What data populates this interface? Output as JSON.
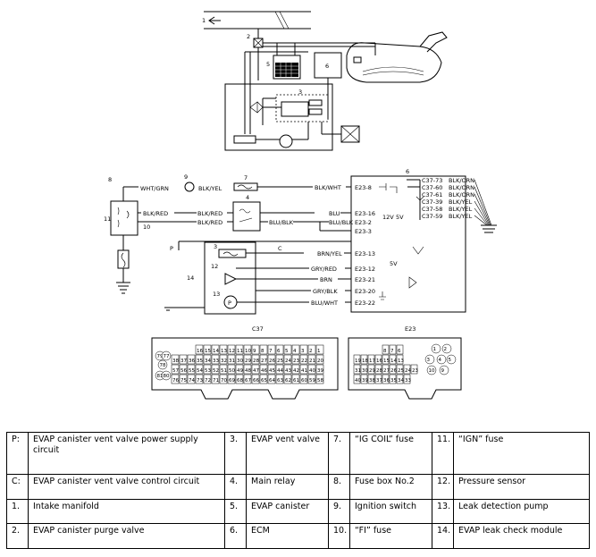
{
  "hydraulic": {
    "labels": {
      "n1": "1",
      "n2": "2",
      "n3": "3",
      "n5": "5",
      "n6": "6"
    }
  },
  "circuit": {
    "components": {
      "c4": "4",
      "c6": "6",
      "c7": "7",
      "c8": "8",
      "c9": "9",
      "c10": "10",
      "c11": "11",
      "c3": "3",
      "c12": "12",
      "c13": "13",
      "c14": "14",
      "p": "P",
      "c": "C",
      "pump": "P"
    },
    "wires": {
      "wht_grn": "WHT/GRN",
      "blk_yel": "BLK/YEL",
      "blk_wht": "BLK/WHT",
      "blk_red_1": "BLK/RED",
      "blk_red_2": "BLK/RED",
      "blk_red_3": "BLK/RED",
      "blu": "BLU",
      "blu_blk_1": "BLU/BLK",
      "blu_blk_2": "BLU/BLK",
      "brn_yel": "BRN/YEL",
      "gry_red": "GRY/RED",
      "brn": "BRN",
      "gry_blk": "GRY/BLK",
      "blu_wht": "BLU/WHT"
    },
    "terminals": {
      "e23_8": "E23-8",
      "e23_16": "E23-16",
      "e23_2": "E23-2",
      "e23_3": "E23-3",
      "e23_13": "E23-13",
      "e23_12": "E23-12",
      "e23_21": "E23-21",
      "e23_20": "E23-20",
      "e23_22": "E23-22"
    },
    "volts": {
      "v12": "12V",
      "v5a": "5V",
      "v5b": "5V"
    },
    "c37_pins": [
      {
        "code": "C37-73",
        "wire": "BLK/ORN"
      },
      {
        "code": "C37-60",
        "wire": "BLK/ORN"
      },
      {
        "code": "C37-61",
        "wire": "BLK/ORN"
      },
      {
        "code": "C37-39",
        "wire": "BLK/YEL"
      },
      {
        "code": "C37-58",
        "wire": "BLK/YEL"
      },
      {
        "code": "C37-59",
        "wire": "BLK/YEL"
      }
    ]
  },
  "connectors": {
    "c37": {
      "title": "C37",
      "row1": [
        "16",
        "15",
        "14",
        "13",
        "12",
        "11",
        "10",
        "9",
        "8",
        "7",
        "6",
        "5",
        "4",
        "3",
        "2",
        "1"
      ],
      "row2": [
        "38",
        "37",
        "36",
        "35",
        "34",
        "33",
        "32",
        "31",
        "30",
        "29",
        "28",
        "27",
        "26",
        "25",
        "24",
        "23",
        "22",
        "21",
        "20"
      ],
      "row3": [
        "57",
        "56",
        "55",
        "54",
        "53",
        "52",
        "51",
        "50",
        "49",
        "48",
        "47",
        "46",
        "45",
        "44",
        "43",
        "42",
        "41",
        "40",
        "39"
      ],
      "row4": [
        "76",
        "75",
        "74",
        "73",
        "72",
        "71",
        "70",
        "69",
        "68",
        "67",
        "66",
        "65",
        "64",
        "63",
        "62",
        "61",
        "60",
        "59",
        "58"
      ],
      "side": [
        "79",
        "77",
        "78",
        "81",
        "80"
      ]
    },
    "e23": {
      "title": "E23",
      "row1": [
        "8",
        "7",
        "6"
      ],
      "row2": [
        "19",
        "18",
        "17",
        "16",
        "15",
        "14",
        "13"
      ],
      "row3": [
        "31",
        "30",
        "29",
        "28",
        "27",
        "26",
        "25",
        "24",
        "23"
      ],
      "row4": [
        "40",
        "39",
        "38",
        "37",
        "36",
        "35",
        "34",
        "33"
      ],
      "side": [
        "1",
        "2",
        "3",
        "4",
        "5",
        "10",
        "9"
      ]
    }
  },
  "legend": {
    "rows": [
      [
        {
          "code": "P:",
          "text": "EVAP canister vent valve power supply circuit"
        },
        {
          "code": "3.",
          "text": "EVAP vent valve"
        },
        {
          "code": "7.",
          "text": "“IG COIL” fuse"
        },
        {
          "code": "11.",
          "text": "“IGN” fuse"
        }
      ],
      [
        {
          "code": "C:",
          "text": "EVAP canister vent valve control circuit"
        },
        {
          "code": "4.",
          "text": "Main relay"
        },
        {
          "code": "8.",
          "text": "Fuse box No.2"
        },
        {
          "code": "12.",
          "text": "Pressure sensor"
        }
      ],
      [
        {
          "code": "1.",
          "text": "Intake manifold"
        },
        {
          "code": "5.",
          "text": "EVAP canister"
        },
        {
          "code": "9.",
          "text": "Ignition switch"
        },
        {
          "code": "13.",
          "text": "Leak detection pump"
        }
      ],
      [
        {
          "code": "2.",
          "text": "EVAP canister purge valve"
        },
        {
          "code": "6.",
          "text": "ECM"
        },
        {
          "code": "10.",
          "text": "“FI” fuse"
        },
        {
          "code": "14.",
          "text": "EVAP leak check module"
        }
      ]
    ]
  }
}
